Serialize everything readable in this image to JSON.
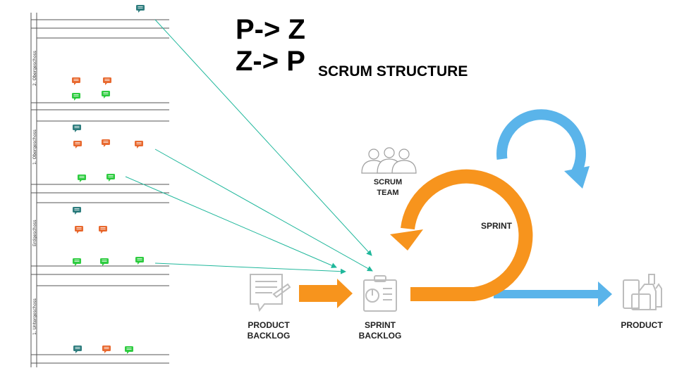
{
  "heading": {
    "line1": "P-> Z",
    "line2": "Z-> P",
    "subtitle": "SCRUM STRUCTURE"
  },
  "floors": [
    {
      "label": "2. Obergeschoss"
    },
    {
      "label": "1. Obergeschoss"
    },
    {
      "label": "Erdgeschoss"
    },
    {
      "label": "1. Untergeschoss"
    }
  ],
  "scrum": {
    "team_line1": "SCRUM",
    "team_line2": "TEAM",
    "sprint": "SPRINT",
    "product_backlog_line1": "PRODUCT",
    "product_backlog_line2": "BACKLOG",
    "sprint_backlog_line1": "SPRINT",
    "sprint_backlog_line2": "BACKLOG",
    "product": "PRODUCT"
  },
  "colors": {
    "teal": "#2e7d7e",
    "orange": "#e8692f",
    "green": "#2ecc40",
    "arrow_line": "#1fb79b",
    "scrum_orange": "#f7941d",
    "scrum_blue": "#5ab4ea",
    "icon_grey": "#bdbdbd"
  },
  "icons": [
    "chat-bubble-icon",
    "team-icon",
    "document-icon",
    "clipboard-icon",
    "product-bottles-icon"
  ]
}
